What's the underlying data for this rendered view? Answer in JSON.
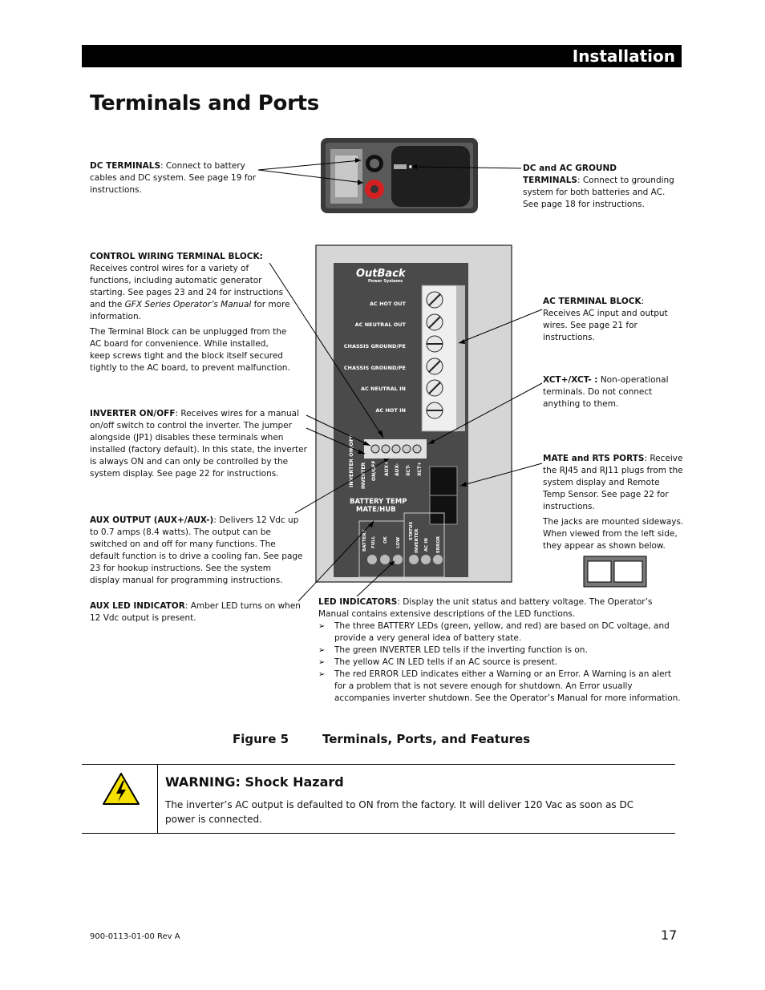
{
  "header": {
    "section": "Installation"
  },
  "page": {
    "title": "Terminals and Ports"
  },
  "callouts": {
    "dc_terminals": {
      "label": "DC TERMINALS",
      "text": ":  Connect to battery cables and DC system.  See page 19 for instructions."
    },
    "ground_terminals": {
      "label": "DC and AC GROUND TERMINALS",
      "text": ":  Connect to grounding system for both batteries and AC.  See page 18 for instructions."
    },
    "control_wiring": {
      "label": "CONTROL WIRING TERMINAL BLOCK:",
      "text1": "Receives control wires for a variety of functions, including automatic generator starting.  See pages 23 and 24 for instructions and the ",
      "italic": "GFX Series Operator’s Manual",
      "text2": " for more information.",
      "para2": "The Terminal Block can be unplugged from the AC board for convenience.  While installed, keep screws tight and the block itself secured tightly to the AC board, to prevent malfunction."
    },
    "inverter_onoff": {
      "label": "INVERTER ON/OFF",
      "text": ":  Receives wires for a manual on/off switch to control the inverter.   The jumper alongside (JP1) disables these terminals when installed (factory default).  In this state, the inverter is always ON and can only be controlled by the system display.  See page 22 for instructions."
    },
    "aux_output": {
      "label": "AUX OUTPUT (AUX+/AUX-)",
      "text": ":  Delivers 12 Vdc up to 0.7 amps (8.4 watts).  The output can be switched on and off for many functions.  The default function is to drive a cooling fan.  See page 23 for hookup instructions.  See the system display manual for programming instructions."
    },
    "aux_led": {
      "label": "AUX LED INDICATOR",
      "text": ":  Amber LED turns on when 12 Vdc output is present."
    },
    "ac_terminal_block": {
      "label": "AC TERMINAL BLOCK",
      "text": ":  Receives AC input and output wires.  See page 21 for instructions."
    },
    "xct": {
      "label": "XCT+/XCT- :",
      "text": "  Non-operational terminals.  Do not connect anything to them."
    },
    "mate_rts": {
      "label": "MATE and RTS PORTS",
      "text": ":  Receive the RJ45 and RJ11 plugs from the system display and Remote Temp Sensor.  See page 22 for instructions.",
      "para2": "The jacks are mounted sideways.  When viewed from the left side, they appear as shown below."
    },
    "led_indicators": {
      "label": "LED INDICATORS",
      "text": ":  Display the unit status and battery voltage.  The Operator’s  Manual contains extensive descriptions of the LED functions.",
      "bullets": [
        "The three BATTERY LEDs (green, yellow, and red) are based on DC voltage, and provide a very general idea of battery state.",
        "The green INVERTER LED tells if the inverting function is on.",
        "The yellow AC IN LED tells if an AC source is present.",
        "The red ERROR LED indicates either a Warning or an Error.  A Warning is an alert for a problem that is not severe enough for shutdown.  An Error usually accompanies inverter shutdown.  See the Operator’s Manual for more information."
      ]
    }
  },
  "board": {
    "logo": "OutBack",
    "logo_sub": "Power Systems",
    "ac_labels": [
      "AC HOT OUT",
      "AC NEUTRAL OUT",
      "CHASSIS GROUND/PE",
      "CHASSIS GROUND/PE",
      "AC NEUTRAL IN",
      "AC HOT IN"
    ],
    "inverter_on_off": "INVERTER ON/OFF",
    "terminal_labels": [
      "INVERTER",
      "ON/OFF",
      "AUX+",
      "AUX-",
      "XCT-",
      "XCT+"
    ],
    "port_label1": "BATTERY TEMP",
    "port_label2": "MATE/HUB",
    "battery_label": "BATTERY",
    "status_label": "STATUS",
    "led_labels": [
      "FULL",
      "OK",
      "LOW",
      "INVERTER",
      "AC IN",
      "ERROR"
    ]
  },
  "figure": {
    "number": "Figure 5",
    "title": "Terminals, Ports, and Features"
  },
  "warning": {
    "title": "WARNING:  Shock Hazard",
    "text": "The inverter’s AC output is defaulted to ON from the factory.  It will deliver 120 Vac as soon as DC power is connected."
  },
  "footer": {
    "doc_number": "900-0113-01-00 Rev A",
    "page_number": "17"
  }
}
